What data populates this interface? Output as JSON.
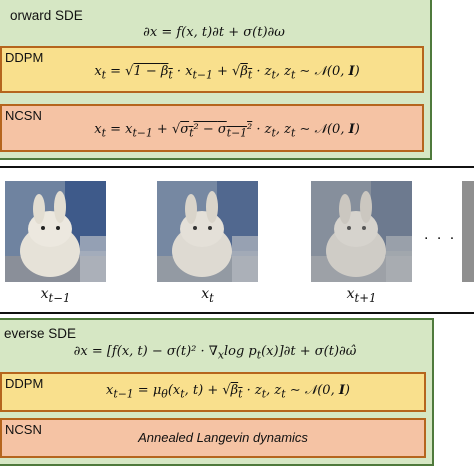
{
  "forward": {
    "title": "orward SDE",
    "equation": "∂x = f(x, t)∂t + σ(t)∂ω",
    "ddpm": {
      "label": "DDPM",
      "equation": "x_t = √(1 − β_t) · x_{t−1} + √β_t · z_t, z_t ∼ 𝒩(0, I)"
    },
    "ncsn": {
      "label": "NCSN",
      "equation": "x_t = x_{t−1} + √(σ_t² − σ_{t−1}²) · z_t, z_t ∼ 𝒩(0, I)"
    }
  },
  "frames": {
    "labels": [
      "x_{t−1}",
      "x_t",
      "x_{t+1}"
    ],
    "ellipsis": ". . ."
  },
  "reverse": {
    "title": "everse SDE",
    "equation": "∂x = [f(x, t) − σ(t)² · ∇ₓ log p_t(x)]∂t + σ(t)∂ω̂",
    "ddpm": {
      "label": "DDPM",
      "equation": "x_{t−1} = μ_θ(x_t, t) + √β_t · z_t, z_t ∼ 𝒩(0, I)"
    },
    "ncsn": {
      "label": "NCSN",
      "text": "Annealed Langevin dynamics"
    }
  },
  "colors": {
    "panel_green": "#d6e7c4",
    "panel_border": "#4f7a3c",
    "ddpm_yellow": "#f9e08d",
    "ncsn_peach": "#f5c3a4",
    "sub_border": "#b5651d"
  }
}
